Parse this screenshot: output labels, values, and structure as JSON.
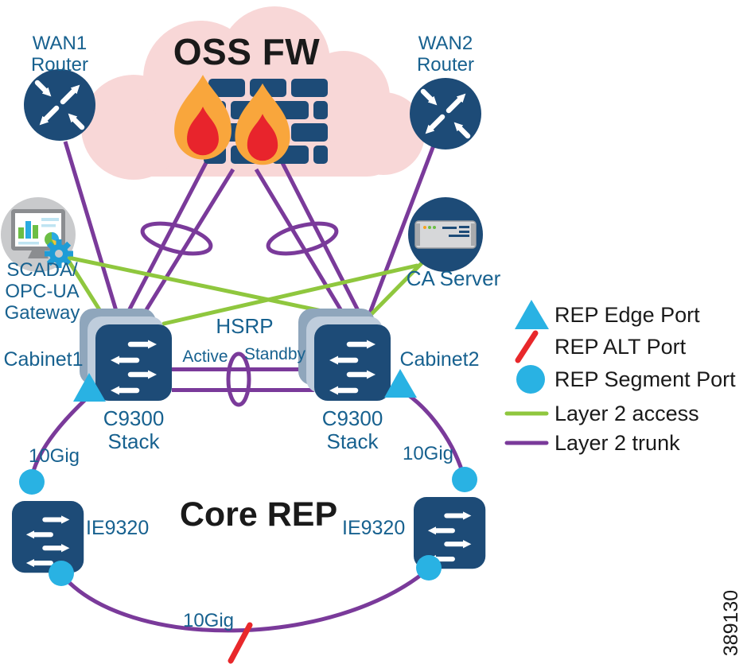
{
  "nodes": {
    "wan1": {
      "label": "WAN1\nRouter"
    },
    "wan2": {
      "label": "WAN2\nRouter"
    },
    "cloud": {
      "label": "OSS FW"
    },
    "scada": {
      "label": "SCADA/\nOPC-UA\nGateway"
    },
    "ca_server": {
      "label": "CA Server"
    },
    "switch_left": {
      "label": "C9300\nStack",
      "cabinet": "Cabinet1"
    },
    "switch_right": {
      "label": "C9300\nStack",
      "cabinet": "Cabinet2"
    },
    "ie_left": {
      "label": "IE9320"
    },
    "ie_right": {
      "label": "IE9320"
    }
  },
  "labels": {
    "hsrp": "HSRP",
    "active": "Active",
    "standby": "Standby",
    "core_rep": "Core REP",
    "tengig_left": "10Gig",
    "tengig_right": "10Gig",
    "tengig_bottom": "10Gig",
    "doc_number": "389130"
  },
  "legend": {
    "items": [
      {
        "icon": "rep-edge-triangle",
        "label": "REP Edge Port"
      },
      {
        "icon": "rep-alt-slash",
        "label": "REP ALT Port"
      },
      {
        "icon": "rep-segment-circle",
        "label": "REP Segment Port"
      },
      {
        "icon": "layer2-access-line",
        "label": "Layer 2 access"
      },
      {
        "icon": "layer2-trunk-line",
        "label": "Layer 2 trunk"
      }
    ]
  },
  "icons": {
    "router": "circle-cross-arrows",
    "firewall": "flaming-brick-wall",
    "scada": "monitor-with-gear",
    "ca_server": "rack-server-in-circle",
    "c9300": "stacked-switch-arrows",
    "ie9320": "switch-arrows",
    "rep_edge": "cyan-triangle",
    "rep_alt": "red-slash",
    "rep_segment": "cyan-circle"
  },
  "colors": {
    "trunk_purple": "#7A3A9A",
    "access_green": "#8FC73E",
    "rep_cyan": "#29B2E3",
    "node_navy": "#1D4B77",
    "alt_red": "#E8282B",
    "cloud_pink": "#F8D7D7",
    "scada_gray": "#C9CACC",
    "stack_back": "#8FA6BC",
    "stack_mid": "#BFCDDC",
    "flame_orange": "#F9A63C",
    "flame_red": "#E8242C",
    "label_blue": "#17618F",
    "text_black": "#1A1A1A"
  }
}
